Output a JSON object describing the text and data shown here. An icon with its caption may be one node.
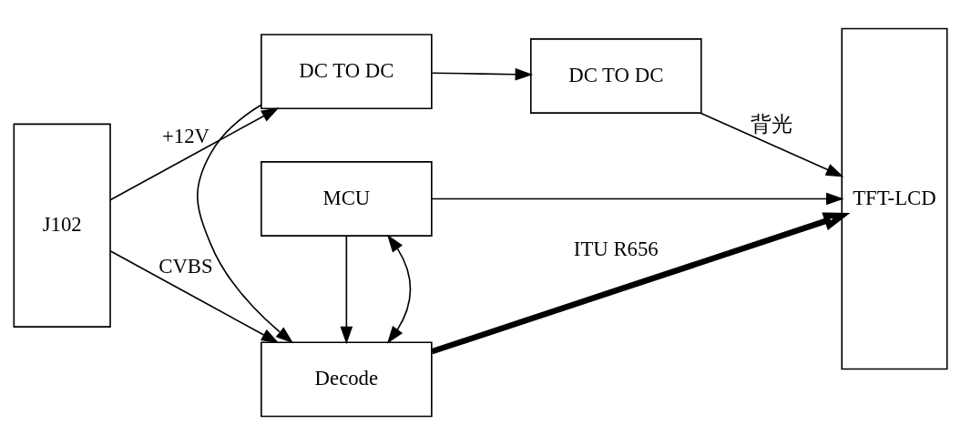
{
  "diagram": {
    "nodes": [
      {
        "text": [
          "J102"
        ]
      },
      {
        "text": [
          "DC TO DC"
        ]
      },
      {
        "text": [
          "DC TO DC"
        ]
      },
      {
        "text": [
          "Decode"
        ]
      },
      {
        "text": [
          "MCU"
        ]
      },
      {
        "text": [
          "TFT-LCD"
        ]
      }
    ],
    "edges": [
      {
        "from": 0,
        "to": 2,
        "arrow": "to",
        "label": "+12V"
      },
      {
        "from": 2,
        "to": 1,
        "arrow": "to"
      },
      {
        "from": 1,
        "to": 5,
        "arrow": "to",
        "label": "背光"
      },
      {
        "from": 2,
        "to": 3,
        "arrow": "to"
      },
      {
        "from": 0,
        "to": 3,
        "arrow": "to",
        "label": "CVBS"
      },
      {
        "from": 3,
        "to": 5,
        "arrow": "to",
        "label": "ITU R656",
        "style": "thick"
      },
      {
        "from": 3,
        "to": 4,
        "arrow": "both"
      },
      {
        "from": 4,
        "to": 3,
        "arrow": "to"
      },
      {
        "from": 4,
        "to": 5,
        "arrow": "to"
      }
    ]
  }
}
